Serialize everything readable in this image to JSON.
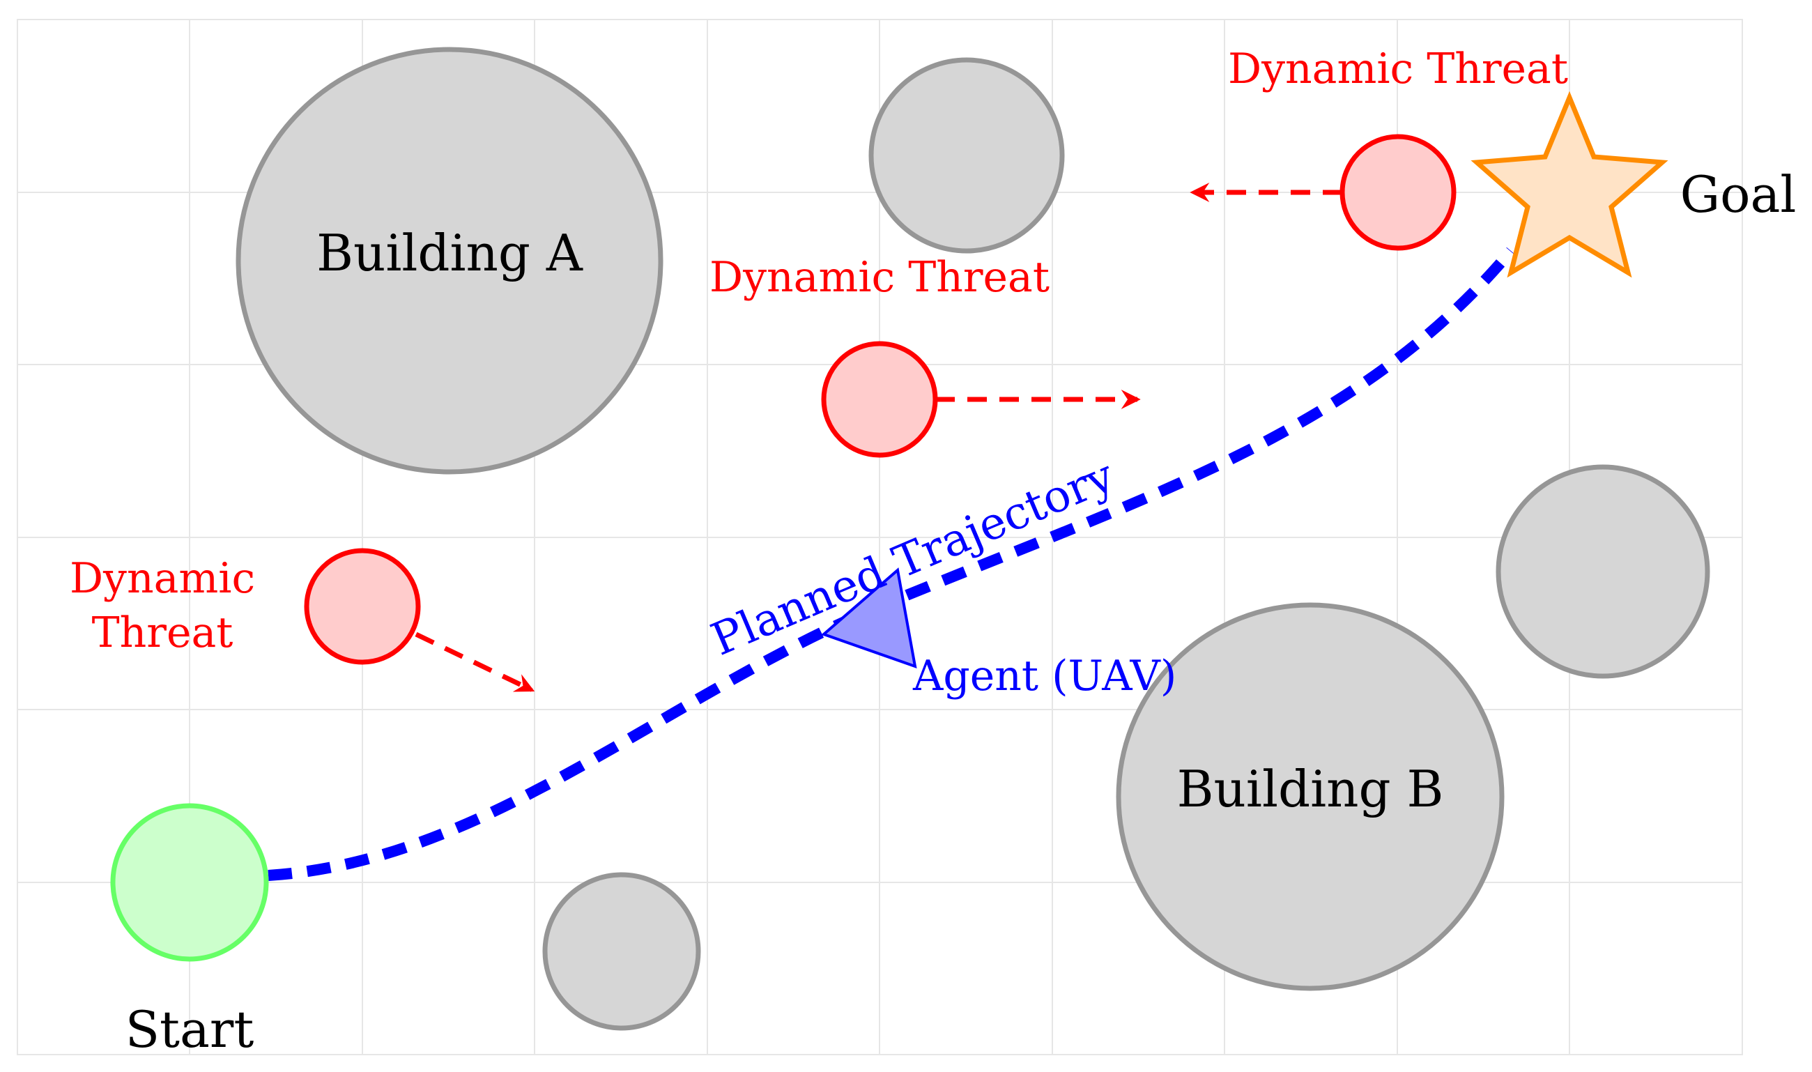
{
  "colors": {
    "grid": "#e6e6e6",
    "building_fill": "#d6d6d6",
    "building_stroke": "#969696",
    "threat_fill": "#ffcccc",
    "threat_stroke": "#ff0000",
    "start_fill": "#ccffcc",
    "start_stroke": "#66ff66",
    "goal_fill": "#ffe3c6",
    "goal_stroke": "#ff8c00",
    "trajectory": "#0000ff",
    "agent_fill": "#9999ff",
    "agent_stroke": "#0000ff"
  },
  "labels": {
    "building_a": "Building A",
    "building_b": "Building B",
    "start": "Start",
    "goal": "Goal",
    "threat_top": "Dynamic Threat",
    "threat_middle": "Dynamic Threat",
    "threat_left_line1": "Dynamic",
    "threat_left_line2": "Threat",
    "trajectory": "Planned Trajectory",
    "agent": "Agent (UAV)"
  },
  "icons": {
    "start": "start-circle-icon",
    "goal": "star-icon",
    "agent": "triangle-icon"
  }
}
